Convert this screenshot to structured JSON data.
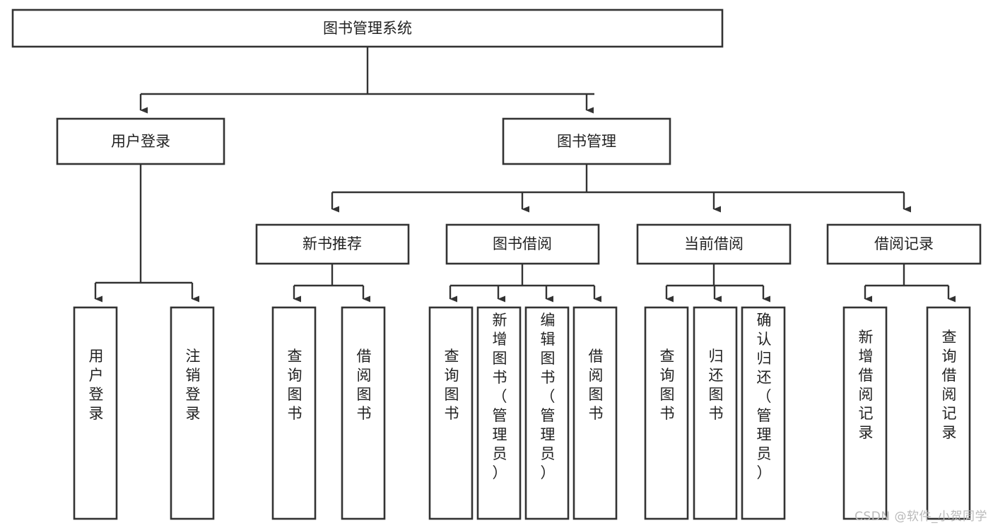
{
  "diagram": {
    "type": "tree-hierarchy",
    "title": "图书管理系统",
    "watermark": "CSDN @软件_小贺同学",
    "colors": {
      "box_stroke": "#333333",
      "box_fill": "#ffffff",
      "text": "#222222",
      "connector": "#333333",
      "watermark": "#b9b9b9",
      "background": "#ffffff"
    },
    "levels": {
      "root": {
        "label": "图书管理系统"
      },
      "level2": [
        {
          "label": "用户登录"
        },
        {
          "label": "图书管理"
        }
      ],
      "level3": [
        {
          "label": "新书推荐"
        },
        {
          "label": "图书借阅"
        },
        {
          "label": "当前借阅"
        },
        {
          "label": "借阅记录"
        }
      ]
    },
    "leaves": {
      "user_login": [
        {
          "label": "用户登录"
        },
        {
          "label": "注销登录"
        }
      ],
      "new_book_recommend": [
        {
          "label": "查询图书"
        },
        {
          "label": "借阅图书"
        }
      ],
      "book_borrow": [
        {
          "label": "查询图书"
        },
        {
          "label": "新增图书（管理员）"
        },
        {
          "label": "编辑图书（管理员）"
        },
        {
          "label": "借阅图书"
        }
      ],
      "current_borrow": [
        {
          "label": "查询图书"
        },
        {
          "label": "归还图书"
        },
        {
          "label": "确认归还（管理员）"
        }
      ],
      "borrow_record": [
        {
          "label": "新增借阅记录"
        },
        {
          "label": "查询借阅记录"
        }
      ]
    }
  }
}
